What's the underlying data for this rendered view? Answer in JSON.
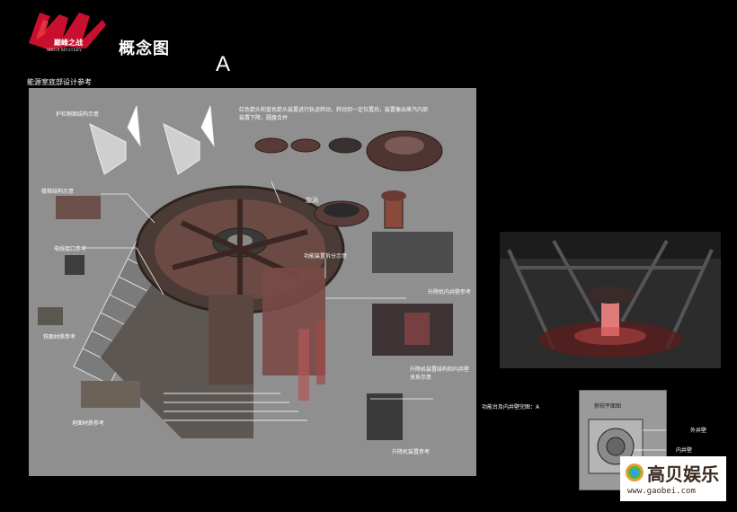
{
  "header": {
    "logo_name": "JMS-logo",
    "logo_subtitle": "巅峰之战",
    "logo_tagline": "MEGA MYSTERY",
    "title": "概念图",
    "letter": "A"
  },
  "section_title": "能源室底部设计参考",
  "main_panel": {
    "labels": {
      "guard_top": "护栏侧面结构示意",
      "ladder": "楼梯结构示意",
      "cable": "电线接口参考",
      "iron_texture": "铁面材质参考",
      "floor_texture": "地面材质参考",
      "func_device": "功能装置拆分示意",
      "lift_ref_top": "升降机内井壁参考",
      "lift_relation": "升降机装置结构和内井壁关系示意",
      "lift_ref_bottom": "升降机装置参考",
      "handwritten": "旋涡"
    },
    "note": "红色箭头和蓝色箭头装置进行轨迹转动，转动到一定位置后，装置像出蒸汽内部装置下降，圆盘合并"
  },
  "render_caption": "功能台及内井壁完图：A",
  "plan": {
    "title": "俯视平面图",
    "outer": "外井壁",
    "inner": "内井壁"
  },
  "watermark": {
    "name": "高贝娱乐",
    "url": "www.gaobei.com"
  },
  "colors": {
    "background": "#000000",
    "panel": "#8f8f8f",
    "accent_red": "#c8102e"
  }
}
